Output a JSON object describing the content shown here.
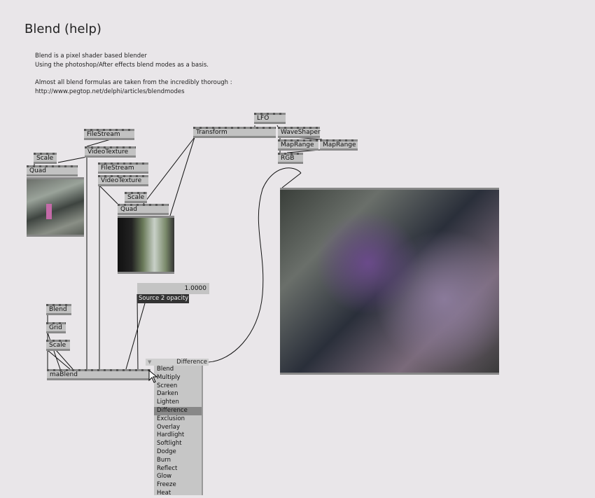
{
  "title": "Blend (help)",
  "description": [
    "Blend is a pixel shader based blender",
    "Using the photoshop/After effects blend modes as a basis.",
    "Almost all blend formulas are taken from the incredibly thorough :",
    "http://www.pegtop.net/delphi/articles/blendmodes"
  ],
  "nodes": {
    "lfo": "LFO",
    "transform": "Transform",
    "waveshaper": "WaveShaper",
    "maprange1": "MapRange",
    "maprange2": "MapRange",
    "rgb": "RGB",
    "filestream1": "FileStream",
    "videotexture1": "VideoTexture",
    "scale1": "Scale",
    "quad1": "Quad",
    "filestream2": "FileStream",
    "videotexture2": "VideoTexture",
    "scale2": "Scale",
    "quad2": "Quad",
    "blend": "Blend",
    "grid": "Grid",
    "scale3": "Scale",
    "mablend": "maBlend"
  },
  "opacity": {
    "value": "1.0000",
    "tooltip": "Source 2 opacity"
  },
  "blend_mode": {
    "selected": "Difference",
    "options": [
      "Blend",
      "Multiply",
      "Screen",
      "Darken",
      "Lighten",
      "Difference",
      "Exclusion",
      "Overlay",
      "Hardlight",
      "Softlight",
      "Dodge",
      "Burn",
      "Reflect",
      "Glow",
      "Freeze",
      "Heat"
    ]
  }
}
